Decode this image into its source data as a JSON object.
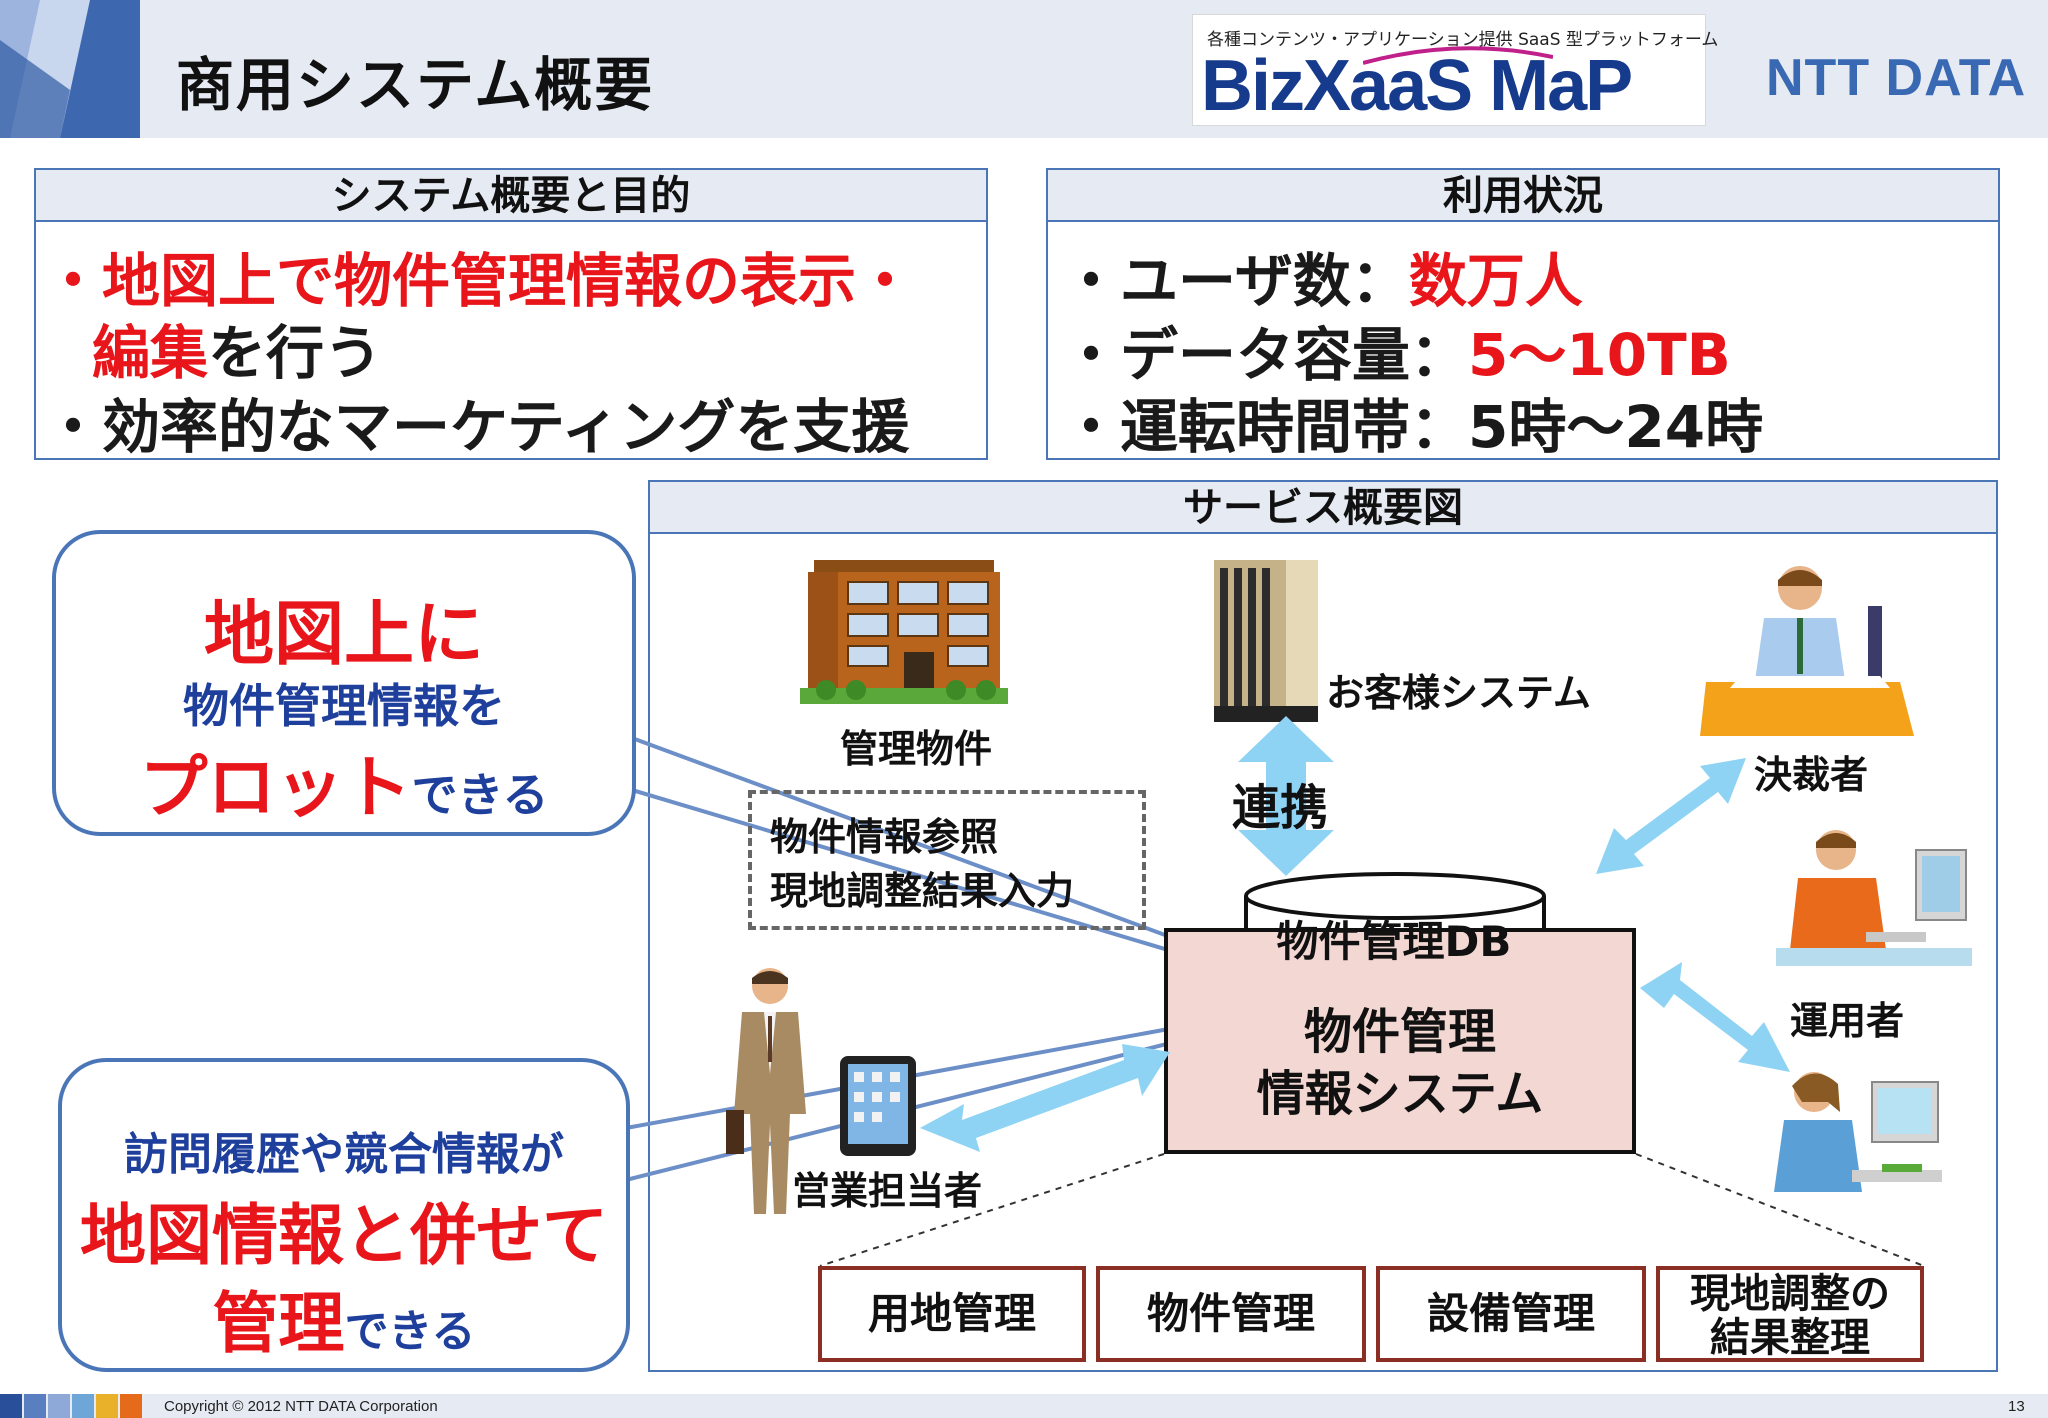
{
  "header": {
    "title": "商用システム概要",
    "bizxaas_tagline": "各種コンテンツ・アプリケーション提供 SaaS 型プラットフォーム",
    "bizxaas_name": "BizXaaS MaP",
    "ntt_logo": "NTT DATA"
  },
  "overview_panel": {
    "heading": "システム概要と目的",
    "line1_bullet": "・",
    "line1_red": "地図上で物件管理情報の表示・",
    "line2_red": "編集",
    "line2_black": "を行う",
    "line3": "・効率的なマーケティングを支援"
  },
  "usage_panel": {
    "heading": "利用状況",
    "users_label": "・ユーザ数：",
    "users_value": "数万人",
    "capacity_label": "・データ容量：",
    "capacity_value": "5～10TB",
    "hours": "・運転時間帯：5時～24時"
  },
  "callout_top": {
    "line1": "地図上に",
    "line2": "物件管理情報を",
    "line3_red": "プロット",
    "line3_blue": "できる"
  },
  "callout_bottom": {
    "line1": "訪問履歴や競合情報が",
    "line2": "地図情報と併せて",
    "line3_red": "管理",
    "line3_blue": "できる"
  },
  "service": {
    "heading": "サービス概要図",
    "property_label": "管理物件",
    "customer_system_label": "お客様システム",
    "renkei_label": "連携",
    "approver_label": "決裁者",
    "operator_label": "運用者",
    "sales_label": "営業担当者",
    "dashed_line1": "物件情報参照",
    "dashed_line2": "現地調整結果入力",
    "db_label": "物件管理DB",
    "system_line1": "物件管理",
    "system_line2": "情報システム",
    "modules": [
      {
        "line1": "用地管理",
        "line2": ""
      },
      {
        "line1": "物件管理",
        "line2": ""
      },
      {
        "line1": "設備管理",
        "line2": ""
      },
      {
        "line1": "現地調整の",
        "line2": "結果整理"
      }
    ]
  },
  "footer": {
    "copyright": "Copyright © 2012 NTT DATA Corporation",
    "page_number": "13"
  },
  "colors": {
    "accent_blue": "#4a76b8",
    "header_bg": "#e6ebf3",
    "emphasis_red": "#e8151b",
    "emphasis_blue": "#1e3f9c",
    "arrow_blue": "#8fd3f4",
    "system_box": "#f2d7d2",
    "module_border": "#8b2f25"
  }
}
